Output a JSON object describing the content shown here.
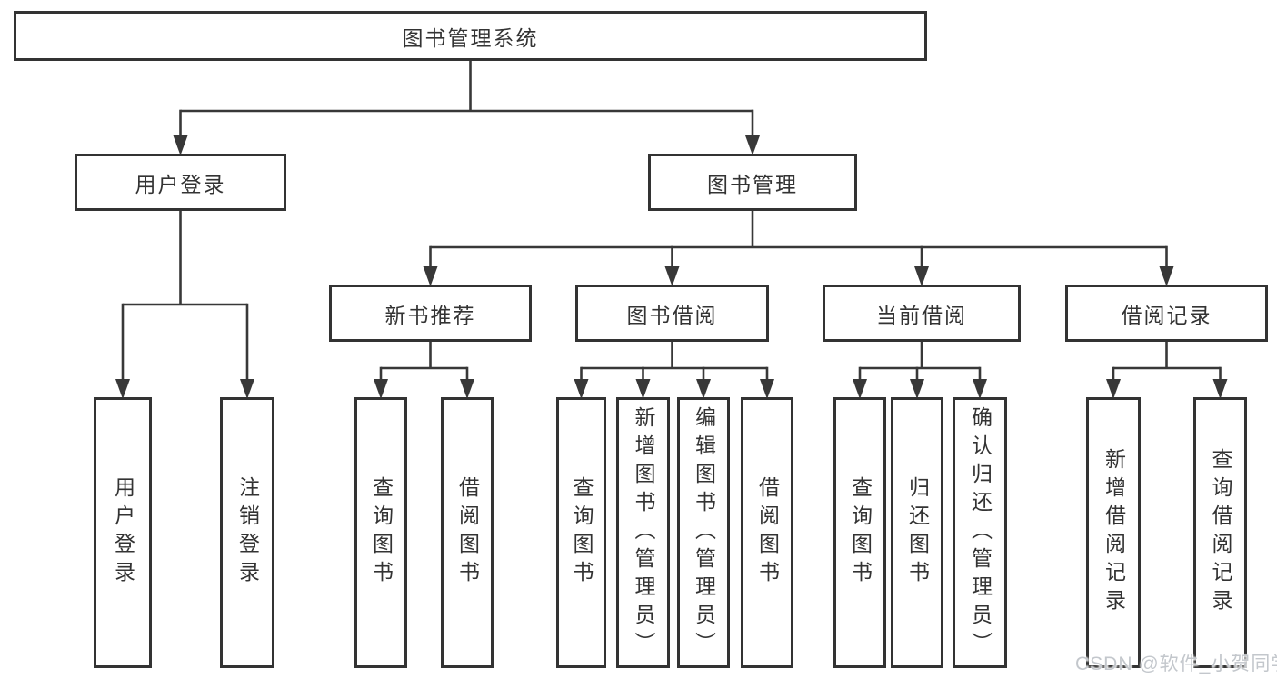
{
  "diagram": {
    "line_color": "#383838",
    "box_background": "#ffffff",
    "box_border_color": "#333333",
    "text_color": "#333333"
  },
  "nodes": [
    {
      "id": "root",
      "label": "图书管理系统",
      "parent": null
    },
    {
      "id": "user-login",
      "label": "用户登录",
      "parent": "root"
    },
    {
      "id": "book-mgmt",
      "label": "图书管理",
      "parent": "root"
    },
    {
      "id": "user-login-v",
      "label": "用户登录",
      "parent": "user-login"
    },
    {
      "id": "logout",
      "label": "注销登录",
      "parent": "user-login"
    },
    {
      "id": "new-book-rec",
      "label": "新书推荐",
      "parent": "book-mgmt"
    },
    {
      "id": "book-borrow",
      "label": "图书借阅",
      "parent": "book-mgmt"
    },
    {
      "id": "current-borrow",
      "label": "当前借阅",
      "parent": "book-mgmt"
    },
    {
      "id": "borrow-records",
      "label": "借阅记录",
      "parent": "book-mgmt"
    },
    {
      "id": "query-books-1",
      "label": "查询图书",
      "parent": "new-book-rec"
    },
    {
      "id": "borrow-books-1",
      "label": "借阅图书",
      "parent": "new-book-rec"
    },
    {
      "id": "query-books-2",
      "label": "查询图书",
      "parent": "book-borrow"
    },
    {
      "id": "add-books",
      "label": "新增图书（管理员）",
      "parent": "book-borrow"
    },
    {
      "id": "edit-books",
      "label": "编辑图书（管理员）",
      "parent": "book-borrow"
    },
    {
      "id": "borrow-books-2",
      "label": "借阅图书",
      "parent": "book-borrow"
    },
    {
      "id": "query-books-3",
      "label": "查询图书",
      "parent": "current-borrow"
    },
    {
      "id": "return-books",
      "label": "归还图书",
      "parent": "current-borrow"
    },
    {
      "id": "confirm-return",
      "label": "确认归还（管理员）",
      "parent": "current-borrow"
    },
    {
      "id": "add-borrow-record",
      "label": "新增借阅记录",
      "parent": "borrow-records"
    },
    {
      "id": "query-borrow-record",
      "label": "查询借阅记录",
      "parent": "borrow-records"
    }
  ],
  "watermark": {
    "text": "CSDN @软件_小贺同学"
  }
}
